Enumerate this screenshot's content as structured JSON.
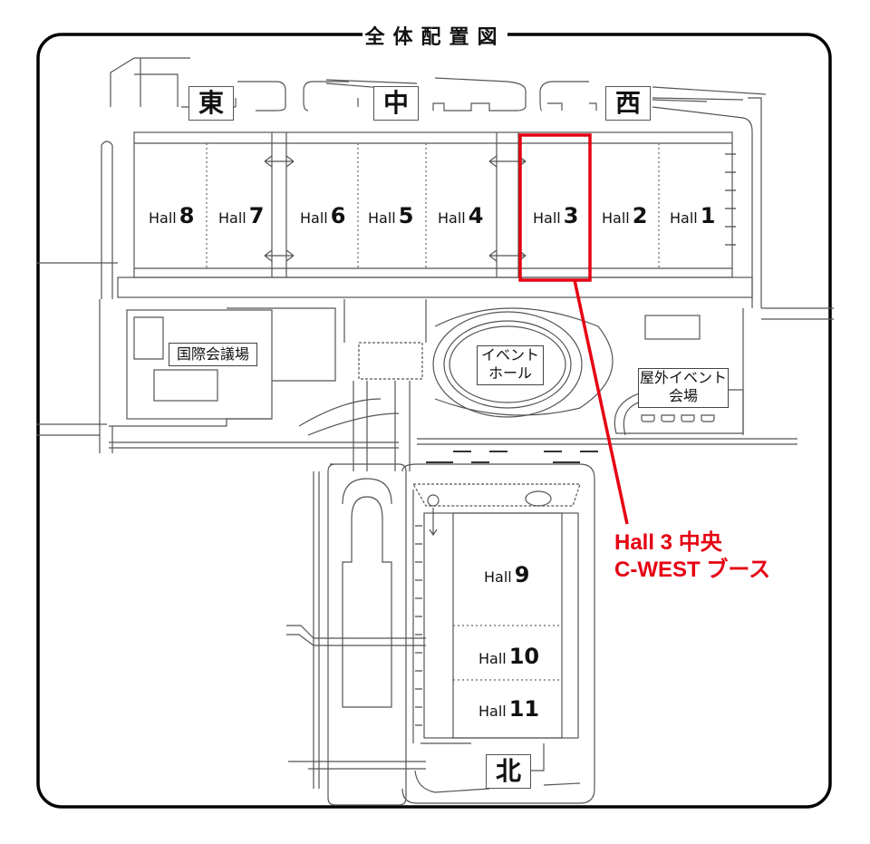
{
  "map": {
    "title": "全体配置図",
    "directions": {
      "east": "東",
      "center": "中",
      "west": "西",
      "north": "北"
    },
    "halls": [
      {
        "id": "hall-8",
        "prefix": "Hall",
        "number": "8"
      },
      {
        "id": "hall-7",
        "prefix": "Hall",
        "number": "7"
      },
      {
        "id": "hall-6",
        "prefix": "Hall",
        "number": "6"
      },
      {
        "id": "hall-5",
        "prefix": "Hall",
        "number": "5"
      },
      {
        "id": "hall-4",
        "prefix": "Hall",
        "number": "4"
      },
      {
        "id": "hall-3",
        "prefix": "Hall",
        "number": "3"
      },
      {
        "id": "hall-2",
        "prefix": "Hall",
        "number": "2"
      },
      {
        "id": "hall-1",
        "prefix": "Hall",
        "number": "1"
      },
      {
        "id": "hall-9",
        "prefix": "Hall",
        "number": "9"
      },
      {
        "id": "hall-10",
        "prefix": "Hall",
        "number": "10"
      },
      {
        "id": "hall-11",
        "prefix": "Hall",
        "number": "11"
      }
    ],
    "venues": {
      "international_conference_hall": "国際会議場",
      "event_hall_line1": "イベント",
      "event_hall_line2": "ホール",
      "outdoor_event_line1": "屋外イベント",
      "outdoor_event_line2": "会場"
    },
    "highlight": {
      "target_hall": "Hall 3",
      "color": "#e60012",
      "line1": "Hall 3 中央",
      "line2": "C-WEST ブース"
    }
  }
}
